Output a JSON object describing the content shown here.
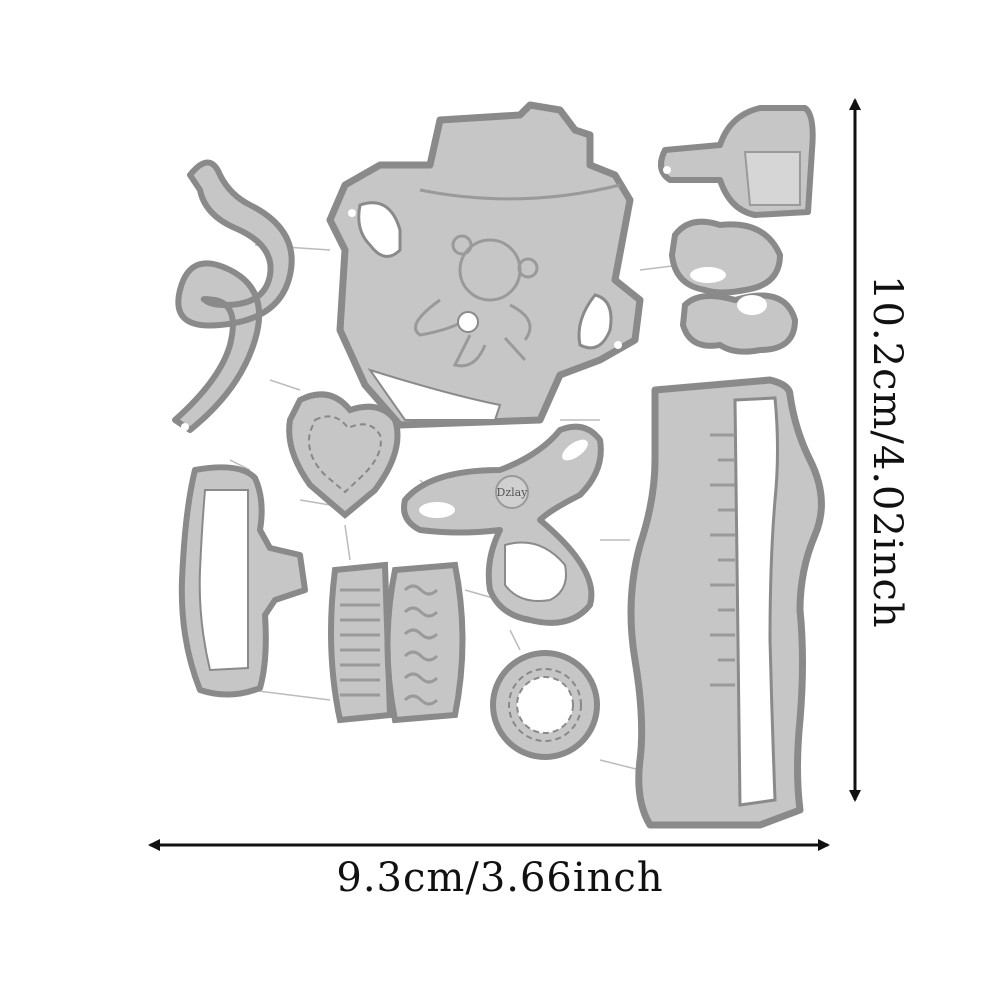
{
  "dimensions": {
    "width_label": "9.3cm/3.66inch",
    "height_label": "10.2cm/4.02inch"
  },
  "logo": {
    "text": "Dzlay"
  },
  "colors": {
    "metal_fill": "#c6c6c6",
    "metal_edge": "#8a8a8a",
    "background": "#ffffff",
    "arrow": "#111111"
  }
}
